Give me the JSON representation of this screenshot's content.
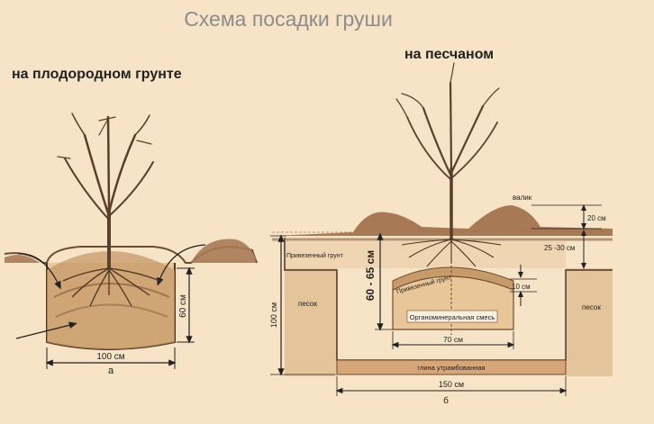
{
  "title": "Схема посадки груши",
  "left": {
    "heading": "на плодородном грунте",
    "width_label": "100 см",
    "depth_label": "60 см",
    "figure_letter": "а"
  },
  "right": {
    "heading": "на песчаном",
    "ridge_label": "валик",
    "ridge_height": "20 см",
    "root_neck_depth": "25 -30 см",
    "imported_soil_left": "Привезенный грунт",
    "imported_soil_arc": "Привезенный грунт",
    "sand_left": "песок",
    "sand_right": "песок",
    "pit_depth": "100 см",
    "planting_depth": "60 - 65 см",
    "layer_thickness": "10 см",
    "mineral_mix": "Органоминеральная смесь",
    "inner_width": "70 см",
    "clay_layer": "глина утрамбованная",
    "pit_width": "150 см",
    "figure_letter": "б"
  }
}
